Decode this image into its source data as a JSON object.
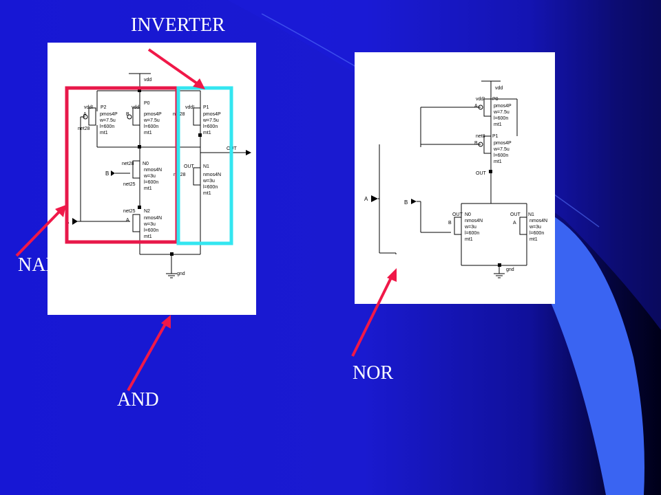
{
  "slide": {
    "labels": {
      "inverter": "INVERTER",
      "nand": "NAND",
      "and": "AND",
      "nor": "NOR"
    },
    "colors": {
      "highlight_nand": "#e8184a",
      "highlight_inverter": "#33e6f0",
      "arrow": "#f01848",
      "label_text": "#ffffff"
    }
  },
  "and_schematic": {
    "vdd": "vdd",
    "gnd": "gnd",
    "out": "OUT",
    "in_a": "A",
    "in_b": "B",
    "p2": {
      "name": "P2",
      "term": "vdd!",
      "gate": "A",
      "w": "w=7.5u",
      "l": "l=600n",
      "model": "mt1",
      "type": "pmos4P"
    },
    "p0": {
      "name": "P0",
      "term": "vdd!",
      "gate": "B",
      "w": "w=7.5u",
      "l": "l=600n",
      "model": "mt1",
      "type": "pmos4P"
    },
    "p1": {
      "name": "P1",
      "term": "vdd!",
      "gate": "net28",
      "w": "w=7.5u",
      "l": "l=600n",
      "model": "mt1",
      "type": "pmos4P"
    },
    "n0": {
      "name": "N0",
      "term": "net28",
      "gate": "B",
      "w": "w=3u",
      "l": "l=600n",
      "model": "mt1",
      "type": "nmos4N"
    },
    "n1": {
      "name": "N1",
      "term": "OUT",
      "gate": "net28",
      "w": "w=3u",
      "l": "l=600n",
      "model": "mt1",
      "type": "nmos4N"
    },
    "n2": {
      "name": "N2",
      "term": "net25",
      "gate": "A",
      "w": "w=3u",
      "l": "l=600n",
      "model": "mt1",
      "type": "nmos4N"
    },
    "nets": {
      "net28": "net28",
      "net25": "net25"
    }
  },
  "nor_schematic": {
    "vdd": "vdd",
    "gnd": "gnd",
    "out": "OUT",
    "in_a": "A",
    "in_b": "B",
    "p0": {
      "name": "P0",
      "term": "vdd!",
      "gate": "A",
      "w": "w=7.5u",
      "l": "l=600n",
      "model": "mt1",
      "type": "pmos4P"
    },
    "p1": {
      "name": "P1",
      "term": "net8",
      "gate": "B",
      "w": "w=7.5u",
      "l": "l=600n",
      "model": "mt1",
      "type": "pmos4P"
    },
    "n0": {
      "name": "N0",
      "term": "OUT",
      "gate": "B",
      "w": "w=3u",
      "l": "l=600n",
      "model": "mt1",
      "type": "nmos4N"
    },
    "n1": {
      "name": "N1",
      "term": "OUT",
      "gate": "A",
      "w": "w=3u",
      "l": "l=600n",
      "model": "mt1",
      "type": "nmos4N"
    }
  }
}
